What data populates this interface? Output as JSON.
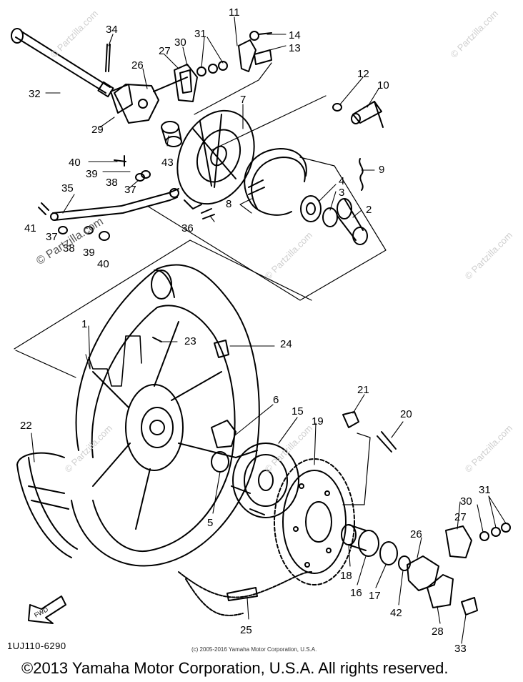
{
  "diagram": {
    "part_code": "1UJ110-6290",
    "copyright_small": "(c) 2005-2016 Yamaha Motor Corporation, U.S.A.",
    "copyright_main": "©2013 Yamaha Motor Corporation, U.S.A. All rights reserved.",
    "watermark": "© Partzilla.com",
    "fwd_label": "FWD",
    "callouts": [
      "1",
      "2",
      "3",
      "4",
      "5",
      "6",
      "7",
      "8",
      "9",
      "10",
      "11",
      "12",
      "13",
      "14",
      "15",
      "16",
      "17",
      "18",
      "19",
      "20",
      "21",
      "22",
      "23",
      "24",
      "25",
      "26",
      "27",
      "28",
      "29",
      "30",
      "31",
      "32",
      "33",
      "34",
      "35",
      "36",
      "37",
      "38",
      "39",
      "40",
      "41",
      "42",
      "43"
    ]
  }
}
